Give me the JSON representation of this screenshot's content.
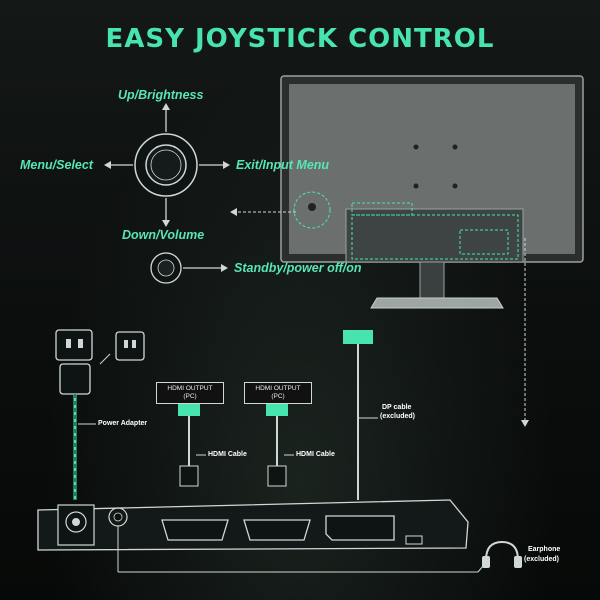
{
  "title": "EASY JOYSTICK CONTROL",
  "joystick": {
    "up": "Up/Brightness",
    "down": "Down/Volume",
    "left": "Menu/Select",
    "right": "Exit/Input Menu",
    "power": "Standby/power off/on"
  },
  "ports": {
    "power_adapter": "Power Adapter",
    "hdmi_output_1": "HDMI OUTPUT",
    "hdmi_output_1_sub": "(PC)",
    "hdmi_output_2": "HDMI OUTPUT",
    "hdmi_output_2_sub": "(PC)",
    "hdmi_cable_1": "HDMI Cable",
    "hdmi_cable_2": "HDMI Cable",
    "dp_cable": "DP cable",
    "dp_cable_note": "(excluded)",
    "earphone": "Earphone",
    "earphone_note": "(excluded)"
  },
  "colors": {
    "accent": "#48e4b0",
    "line": "#d0d8d4"
  }
}
